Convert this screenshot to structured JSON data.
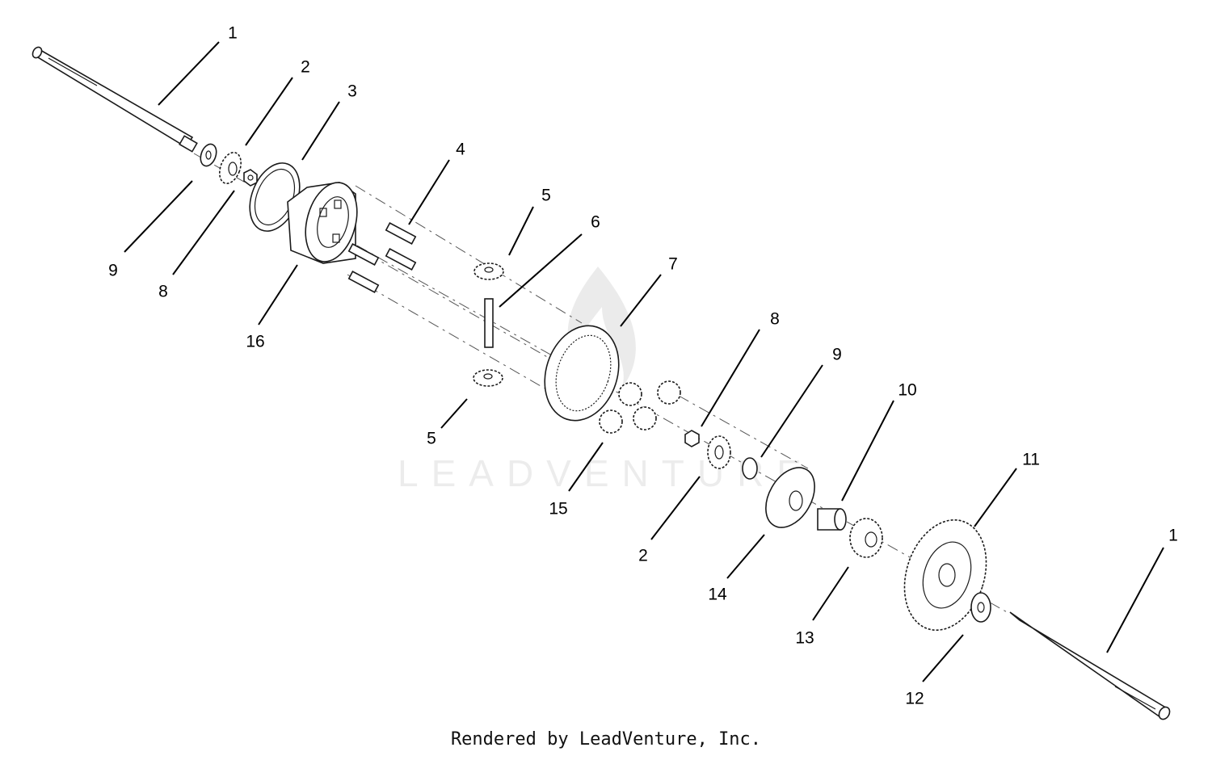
{
  "diagram": {
    "callouts": [
      "1",
      "2",
      "3",
      "9",
      "8",
      "16",
      "4",
      "5",
      "6",
      "7",
      "5",
      "8",
      "9",
      "10",
      "15",
      "2",
      "11",
      "1",
      "14",
      "13",
      "12"
    ],
    "watermark": "LEADVENTURE",
    "credit": "Rendered by LeadVenture, Inc."
  }
}
